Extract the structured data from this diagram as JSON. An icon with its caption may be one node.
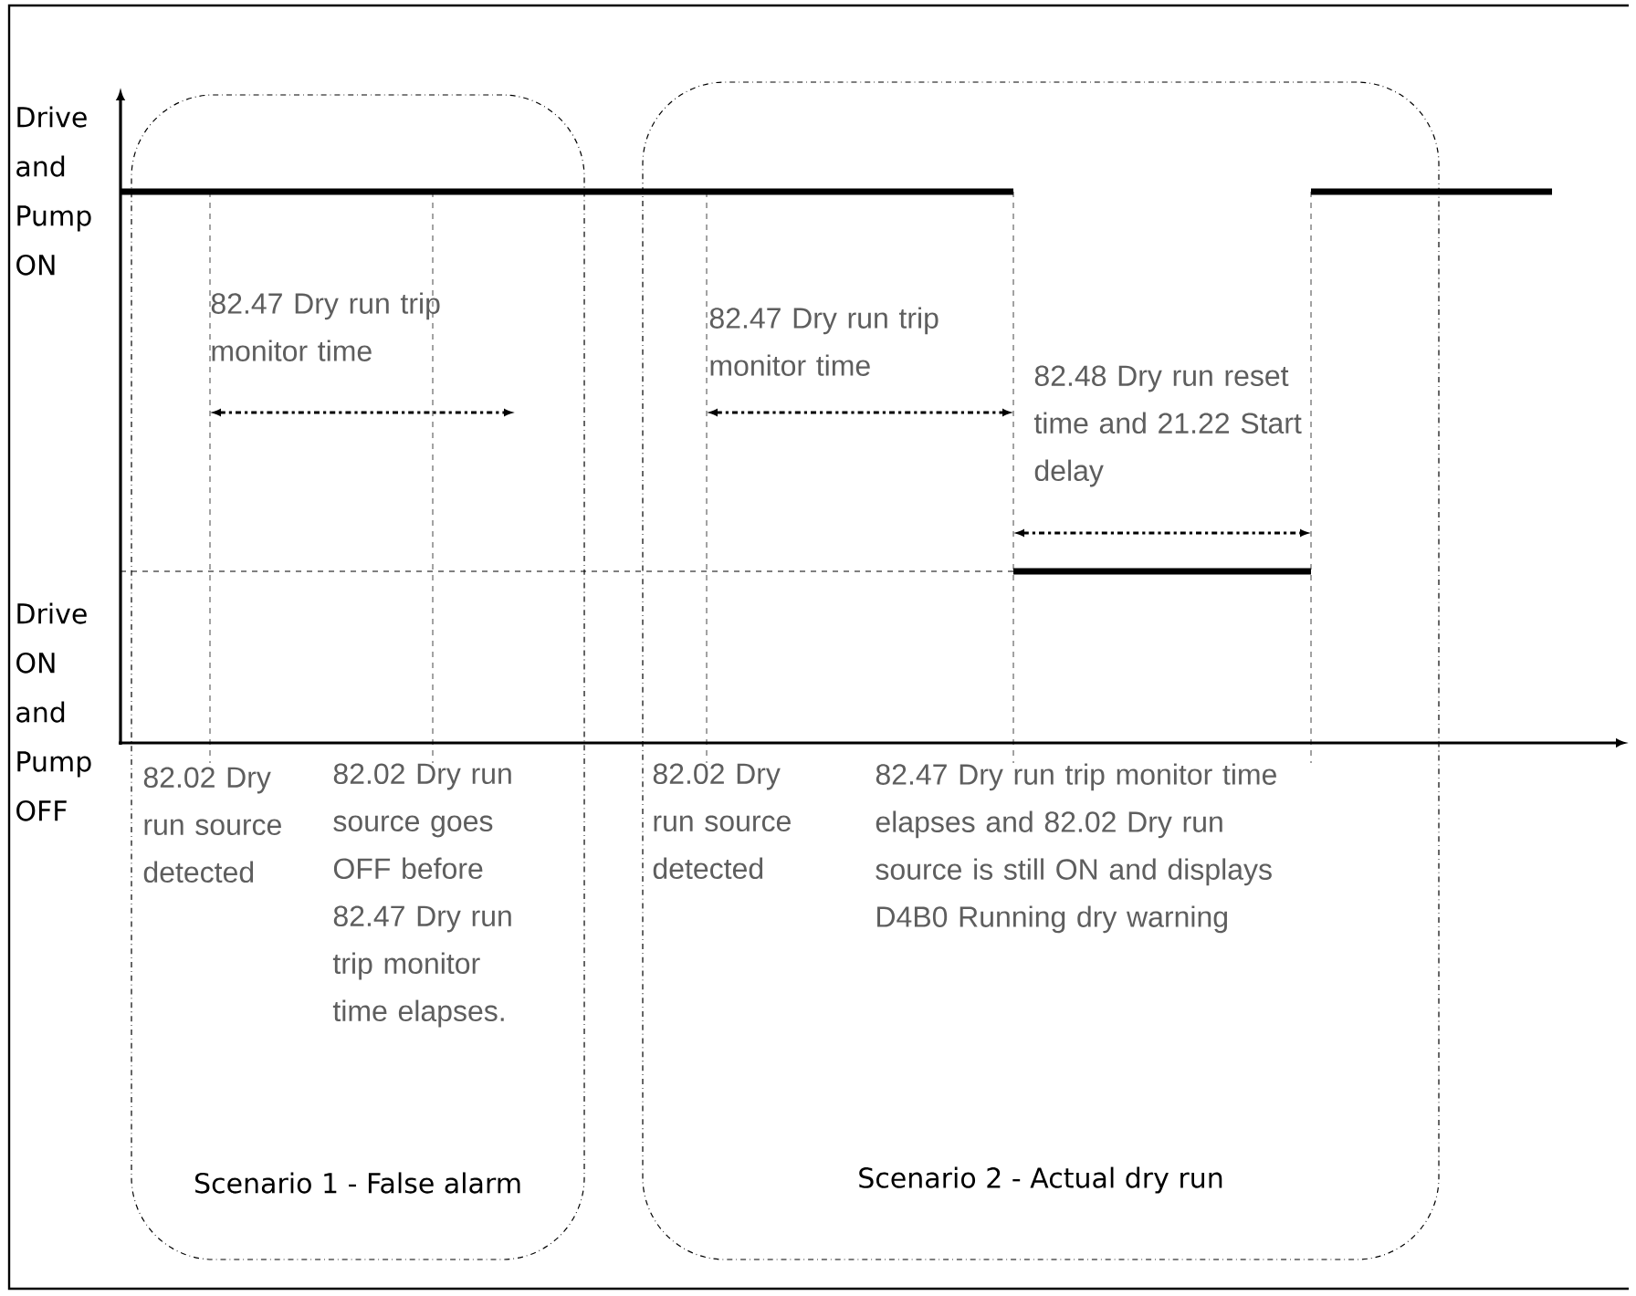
{
  "diagram": {
    "nodes": [
      {
        "text": [
          "Scenario 1 - False alarm"
        ]
      },
      {
        "text": [
          "Scenario 2 - Actual dry run"
        ]
      }
    ],
    "labels": [
      "Drive and Pump ON",
      "82.47 Dry run trip monitor time",
      "82.47 Dry run trip monitor time",
      "82.48 Dry run reset time and 21.22 Start delay",
      "Drive ON and Pump OFF",
      "82.02 Dry run source detected",
      "82.02 Dry run source goes OFF before 82.47 Dry run trip monitor time elapses.",
      "82.02 Dry run source detected",
      "82.47 Dry run trip monitor time elapses and 82.02 Dry run source is still ON and displays D4B0 Running dry warning"
    ]
  }
}
